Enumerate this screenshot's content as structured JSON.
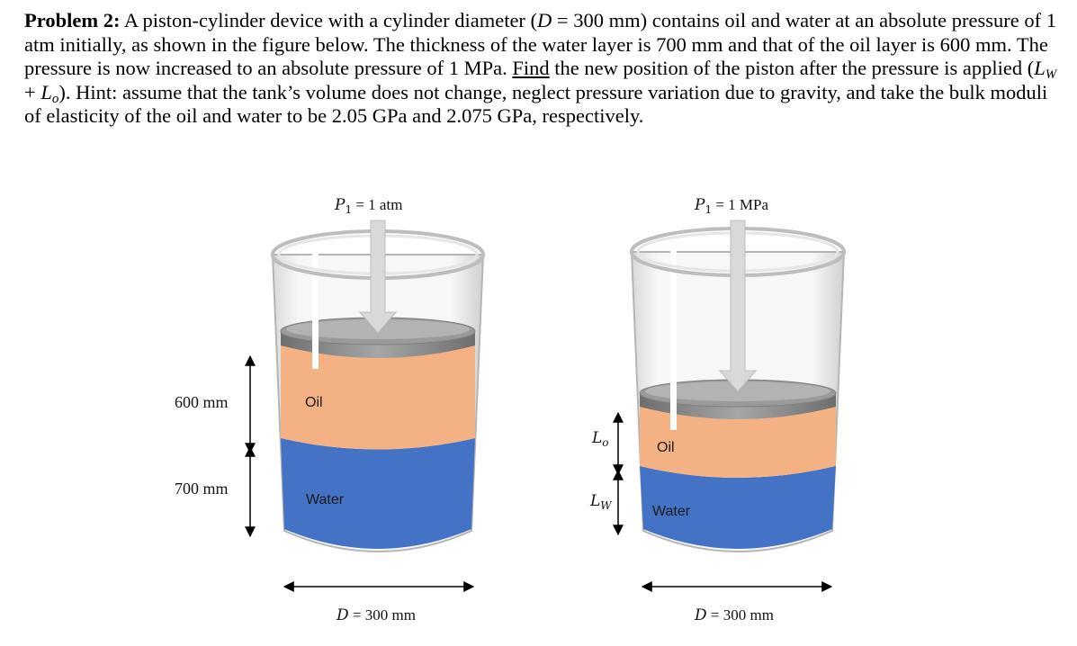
{
  "problem": {
    "label": "Problem 2:",
    "text_1": " A piston-cylinder device with a cylinder diameter (",
    "d_var": "D",
    "text_2": " = 300 mm) contains oil and water at an absolute pressure of 1 atm initially, as shown in the figure below. The thickness of the water layer is 700 mm and that of the oil layer is 600 mm. The pressure is now increased to an absolute pressure of 1 MPa. ",
    "find": "Find",
    "text_3": " the new position of the piston after the pressure is applied (",
    "lw_var": "L",
    "lw_sub": "W",
    "plus": " + ",
    "lo_var": "L",
    "lo_sub": "o",
    "text_4": "). Hint: assume that the tank’s volume does not change, neglect pressure variation due to gravity, and take the bulk moduli of elasticity of the oil and water to be 2.05 GPa and 2.075 GPa, respectively."
  },
  "figure": {
    "left": {
      "pressure_var": "P",
      "pressure_sub": "1",
      "pressure_value": " = 1 atm",
      "oil_label": "Oil",
      "water_label": "Water",
      "oil_thickness": "600 mm",
      "water_thickness": "700 mm",
      "diameter_var": "D",
      "diameter_value": " = 300 mm"
    },
    "right": {
      "pressure_var": "P",
      "pressure_sub": "1",
      "pressure_value": " = 1 MPa",
      "oil_label": "Oil",
      "water_label": "Water",
      "lo_var": "L",
      "lo_sub": "o",
      "lw_var": "L",
      "lw_sub": "W",
      "diameter_var": "D",
      "diameter_value": " = 300 mm"
    },
    "colors": {
      "oil": "#f4b183",
      "water": "#4472c4",
      "piston": "#8c8c8c",
      "glass": "#f2f2f2"
    }
  }
}
